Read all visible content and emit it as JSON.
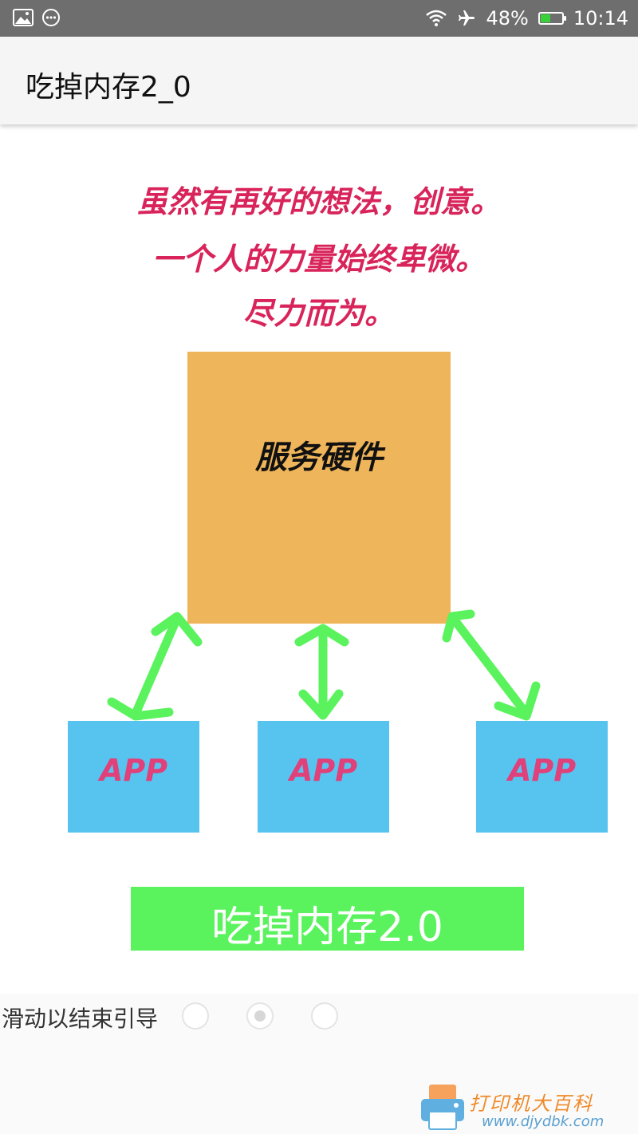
{
  "status_bar": {
    "battery_percent": "48%",
    "battery_level": 0.48,
    "time": "10:14",
    "icons": [
      "image-icon",
      "chat-icon",
      "wifi-icon",
      "airplane-icon",
      "battery-icon"
    ]
  },
  "app_bar": {
    "title": "吃掉内存2_0"
  },
  "illustration": {
    "quote_line1": "虽然有再好的想法，创意。",
    "quote_line2": "一个人的力量始终卑微。",
    "quote_line3": "尽力而为。",
    "server_label": "服务硬件",
    "apps": [
      "APP",
      "APP",
      "APP"
    ],
    "brand_banner": "吃掉内存2.0"
  },
  "guide": {
    "text": "滑动以结束引导",
    "pages": 3,
    "active_page": 2
  },
  "watermark": {
    "line1": "打印机大百科",
    "line2": "www.djydbk.com"
  },
  "colors": {
    "status_bar": "#6e6e6e",
    "app_bar": "#f5f5f5",
    "quote": "#d8245a",
    "server_box": "#efb55a",
    "app_box": "#57c4ef",
    "app_label": "#e0417a",
    "arrow": "#5af35d",
    "banner": "#5af35d",
    "battery": "#38d13a"
  }
}
